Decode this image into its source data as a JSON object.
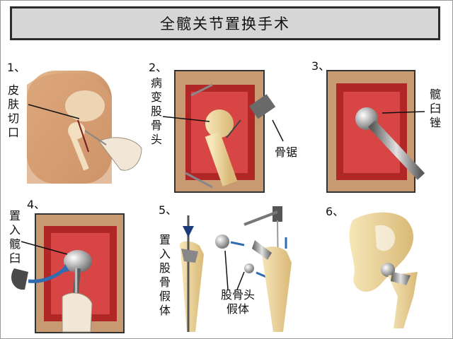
{
  "title": "全髋关节置换手术",
  "steps": [
    {
      "number": "1、",
      "label": "皮肤切口"
    },
    {
      "number": "2、",
      "label": "病变股骨头",
      "tool_label": "骨锯"
    },
    {
      "number": "3、",
      "label": "髋臼锉"
    },
    {
      "number": "4、",
      "label": "置入髋臼"
    },
    {
      "number": "5、",
      "label": "置入股骨假体",
      "tool_label": "股骨头假体"
    },
    {
      "number": "6、",
      "label": ""
    }
  ]
}
